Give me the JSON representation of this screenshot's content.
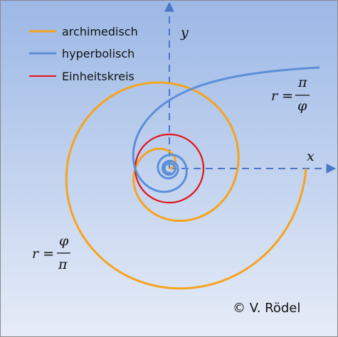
{
  "colors": {
    "archimedean": "#f6a31e",
    "hyperbolic": "#5b8fd8",
    "unit_circle": "#e0141c",
    "axes": "#4a78c8",
    "bg_top": "#9cb8e6",
    "bg_bottom": "#e6ecf7"
  },
  "legend": {
    "archimedean": "archimedisch",
    "hyperbolic": "hyperbolisch",
    "unit_circle": "Einheitskreis"
  },
  "axes": {
    "x": "x",
    "y": "y"
  },
  "formulas": {
    "hyperbolic": {
      "lhs": "r =",
      "num": "π",
      "den": "φ"
    },
    "archimedean": {
      "lhs": "r =",
      "num": "φ",
      "den": "π"
    }
  },
  "credit": "© V. Rödel"
}
